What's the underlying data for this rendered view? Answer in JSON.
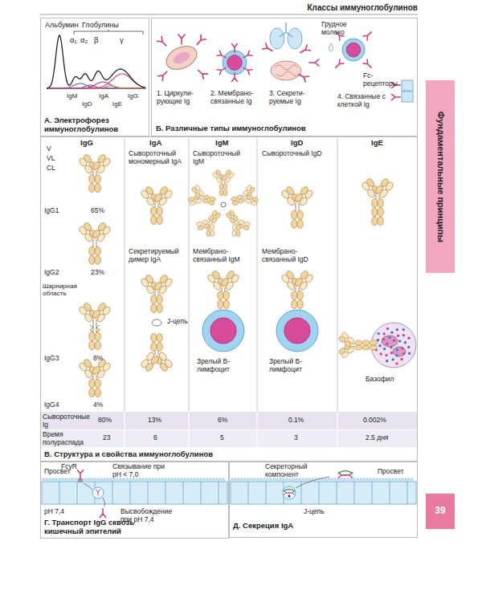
{
  "diagram": {
    "title": "Классы иммуноглобулинов",
    "nodes": [
      {
        "text": [
          "А. Электрофорез иммуноглобулинов"
        ]
      },
      {
        "text": [
          "Б. Различные типы иммуноглобулинов"
        ]
      },
      {
        "text": [
          "В. Структура и свойства иммуноглобулинов"
        ]
      },
      {
        "text": [
          "Г. Транспорт IgG сквозь кишечный эпителий"
        ]
      },
      {
        "text": [
          "Д. Секреция IgA"
        ]
      },
      {
        "text": [
          "Фундаментальные принципы"
        ]
      },
      {
        "text": [
          "39"
        ]
      }
    ],
    "labels": [
      "Альбумин",
      "Глобулины",
      "α₁",
      "α₂",
      "β",
      "γ",
      "IgM",
      "IgD",
      "IgA",
      "IgE",
      "IgG",
      "Грудное молоко",
      "1. Циркули-рующие Ig",
      "2. Мембрано-связанные Ig",
      "3. Секрети-руемые Ig",
      "4. Связанные с клеткой Ig",
      "Fc-рецепторы",
      "IgG",
      "IgA",
      "IgM",
      "IgD",
      "IgE",
      "V",
      "VL",
      "CL",
      "Сывороточный мономерный IgA",
      "Сывороточный IgM",
      "Сывороточный IgD",
      "IgG1",
      "65%",
      "IgG2",
      "23%",
      "Шарнирная область",
      "IgG3",
      "8%",
      "IgG4",
      "4%",
      "Секретируемый димер IgA",
      "J-цепь",
      "Мембрано-связанный IgM",
      "Мембрано-связанный IgD",
      "Зрелый В-лимфоцит",
      "Зрелый В-лимфоцит",
      "Базофил",
      "Сывороточные Ig",
      "80%",
      "13%",
      "6%",
      "0.1%",
      "0.002%",
      "Время полураспада",
      "23",
      "6",
      "5",
      "3",
      "2.5 дня",
      "Просвет",
      "FcγR",
      "Связывание при pH < 7,0",
      "pH 7,4",
      "Высвобождение при pH 7,4",
      "Секреторный компонент",
      "Просвет",
      "J-цепь"
    ]
  }
}
